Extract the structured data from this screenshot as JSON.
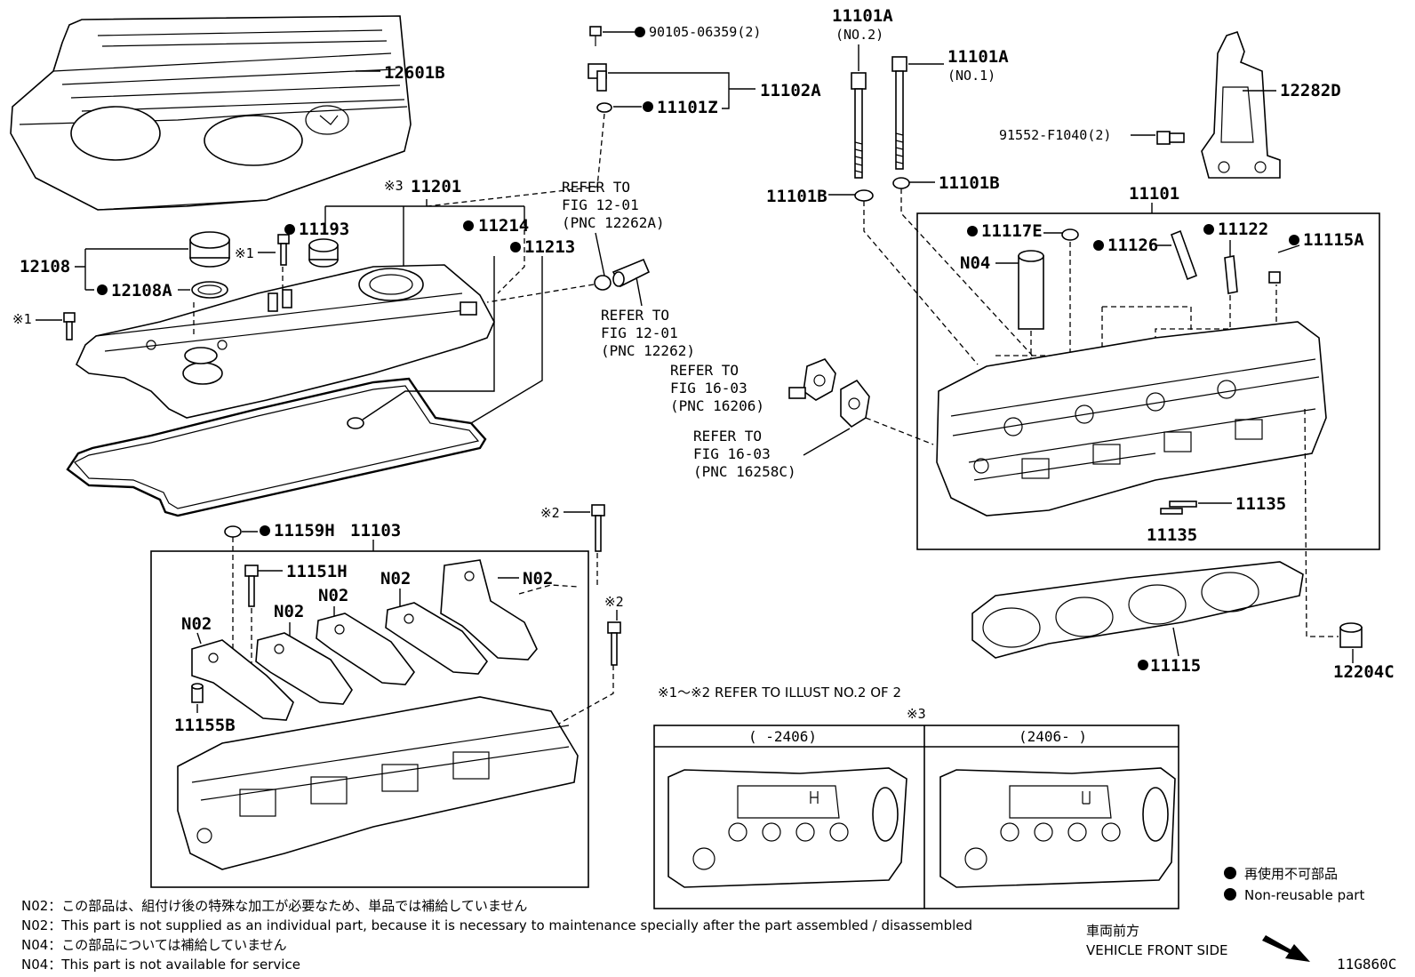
{
  "labels": {
    "engine_cover": "12601B",
    "bolt_top": "90105-06359(2)",
    "sensor": "11102A",
    "sensor_oring": "11101Z",
    "bolt_no2": "11101A",
    "bolt_no2_sub": "(NO.2)",
    "bolt_no1": "11101A",
    "bolt_no1_sub": "(NO.1)",
    "washer_left": "11101B",
    "washer_right": "11101B",
    "hook": "12282D",
    "hook_bolt": "91552-F1040(2)",
    "head_cover": "11201",
    "head_cover_mark": "※3",
    "grommet": "11193",
    "gasket_11214": "11214",
    "gasket_11213": "11213",
    "oil_cap": "12108",
    "oil_cap_gasket": "12108A",
    "mark1_a": "※1",
    "mark1_b": "※1",
    "cylinder_head": "11101",
    "plug_11117e": "11117E",
    "n04": "N04",
    "pin_11126": "11126",
    "pin_11122": "11122",
    "pin_11115a": "11115A",
    "pin_11135_a": "11135",
    "pin_11135_b": "11135",
    "head_gasket": "11115",
    "plug_12204c": "12204C",
    "camshaft_housing": "11103",
    "plug_11159h": "11159H",
    "bolt_11151h": "11151H",
    "pin_11155b": "11155B",
    "n02_1": "N02",
    "n02_2": "N02",
    "n02_3": "N02",
    "n02_4": "N02",
    "n02_5": "N02",
    "mark2_a": "※2",
    "mark2_b": "※2"
  },
  "refs": {
    "ref_12262a": [
      "REFER TO",
      "FIG 12-01",
      "(PNC 12262A)"
    ],
    "ref_12262": [
      "REFER TO",
      "FIG 12-01",
      "(PNC 12262)"
    ],
    "ref_16206": [
      "REFER TO",
      "FIG 16-03",
      "(PNC 16206)"
    ],
    "ref_16258c": [
      "REFER TO",
      "FIG 16-03",
      "(PNC 16258C)"
    ]
  },
  "inset": {
    "note": "※1〜※2  REFER TO ILLUST NO.2 OF 2",
    "mark": "※3",
    "left_header": "(       -2406)",
    "right_header": "(2406-        )"
  },
  "legend": {
    "jp": "再使用不可部品",
    "en": "Non-reusable part"
  },
  "notes": [
    "N02：この部品は、組付け後の特殊な加工が必要なため、単品では補給していません",
    "N02：This part is not supplied as an individual part, because it is necessary to maintenance specially after the part assembled / disassembled",
    "N04：この部品については補給していません",
    "N04：This part is not available for service"
  ],
  "front": {
    "jp": "車両前方",
    "en": "VEHICLE FRONT SIDE"
  },
  "figure_id": "11G860C"
}
